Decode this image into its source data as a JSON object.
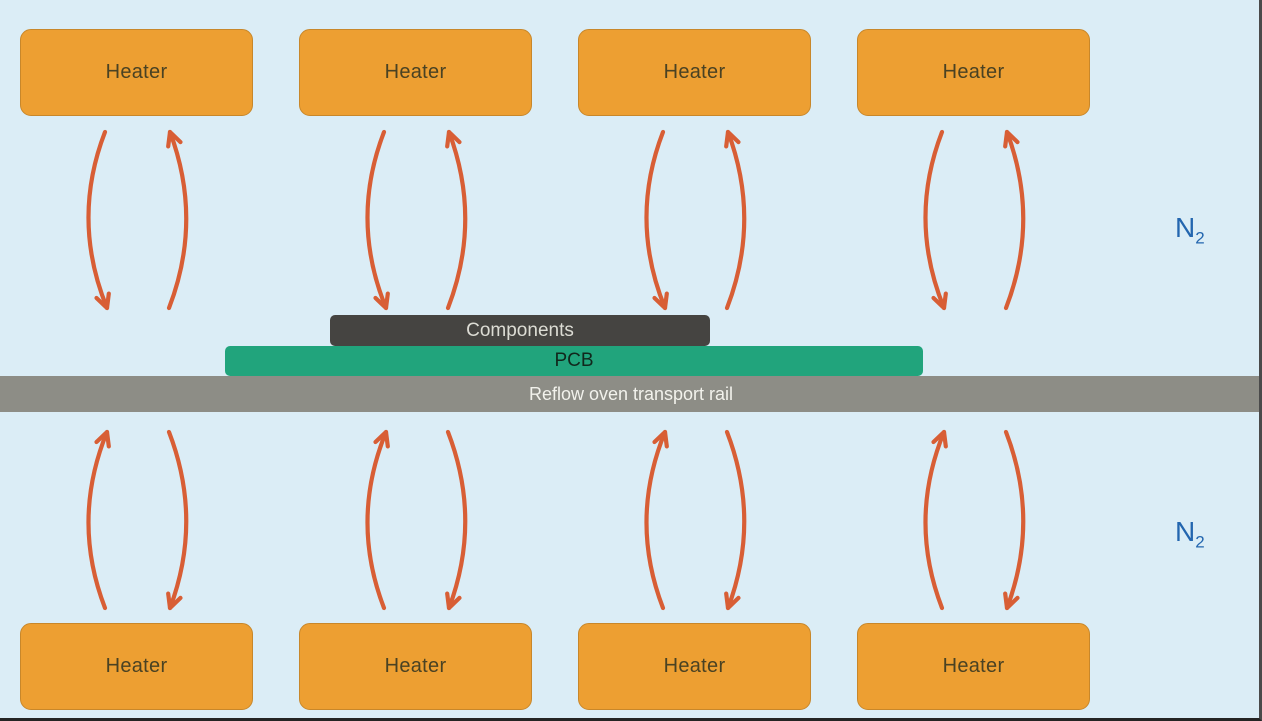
{
  "diagram": {
    "background_color": "#DBEDF6",
    "window_border_color": "#4A4A4A",
    "heater": {
      "label": "Heater",
      "fill": "#ED9F32",
      "border_color": "#C8872A",
      "text_color": "#4A4223"
    },
    "components": {
      "label": "Components",
      "fill": "#454441",
      "text_color": "#DCDCD4"
    },
    "pcb": {
      "label": "PCB",
      "fill": "#21A47C",
      "text_color": "#11271C"
    },
    "rail": {
      "label": "Reflow oven transport rail",
      "fill": "#8D8D86",
      "text_color": "#F2F2EC"
    },
    "gas": {
      "symbol": "N",
      "subscript": "2",
      "text_color": "#2366AF"
    },
    "convection_arrows": {
      "color": "#D85E35"
    }
  }
}
